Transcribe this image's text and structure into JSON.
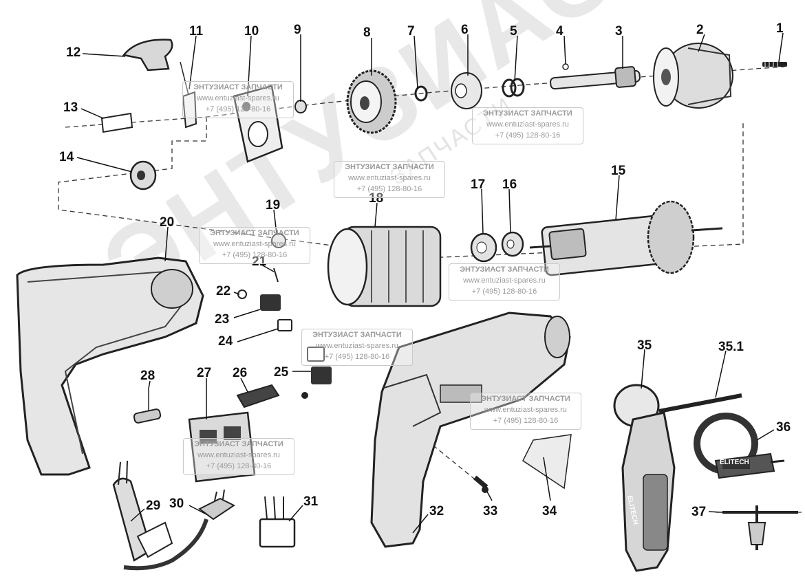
{
  "watermark": {
    "big_text": "ЭНТУЗИАСТ",
    "small_text": "ЗАПЧАСТИ",
    "title": "ЭНТУЗИАСТ ЗАПЧАСТИ",
    "url": "www.entuziast-spares.ru",
    "phone": "+7 (495) 128-80-16"
  },
  "brand": "ELITECH",
  "labels": [
    "1",
    "2",
    "3",
    "4",
    "5",
    "6",
    "7",
    "8",
    "9",
    "10",
    "11",
    "12",
    "13",
    "14",
    "15",
    "16",
    "17",
    "18",
    "19",
    "20",
    "21",
    "22",
    "23",
    "24",
    "25",
    "26",
    "27",
    "28",
    "29",
    "30",
    "31",
    "32",
    "33",
    "34",
    "35",
    "35.1",
    "36",
    "37"
  ]
}
